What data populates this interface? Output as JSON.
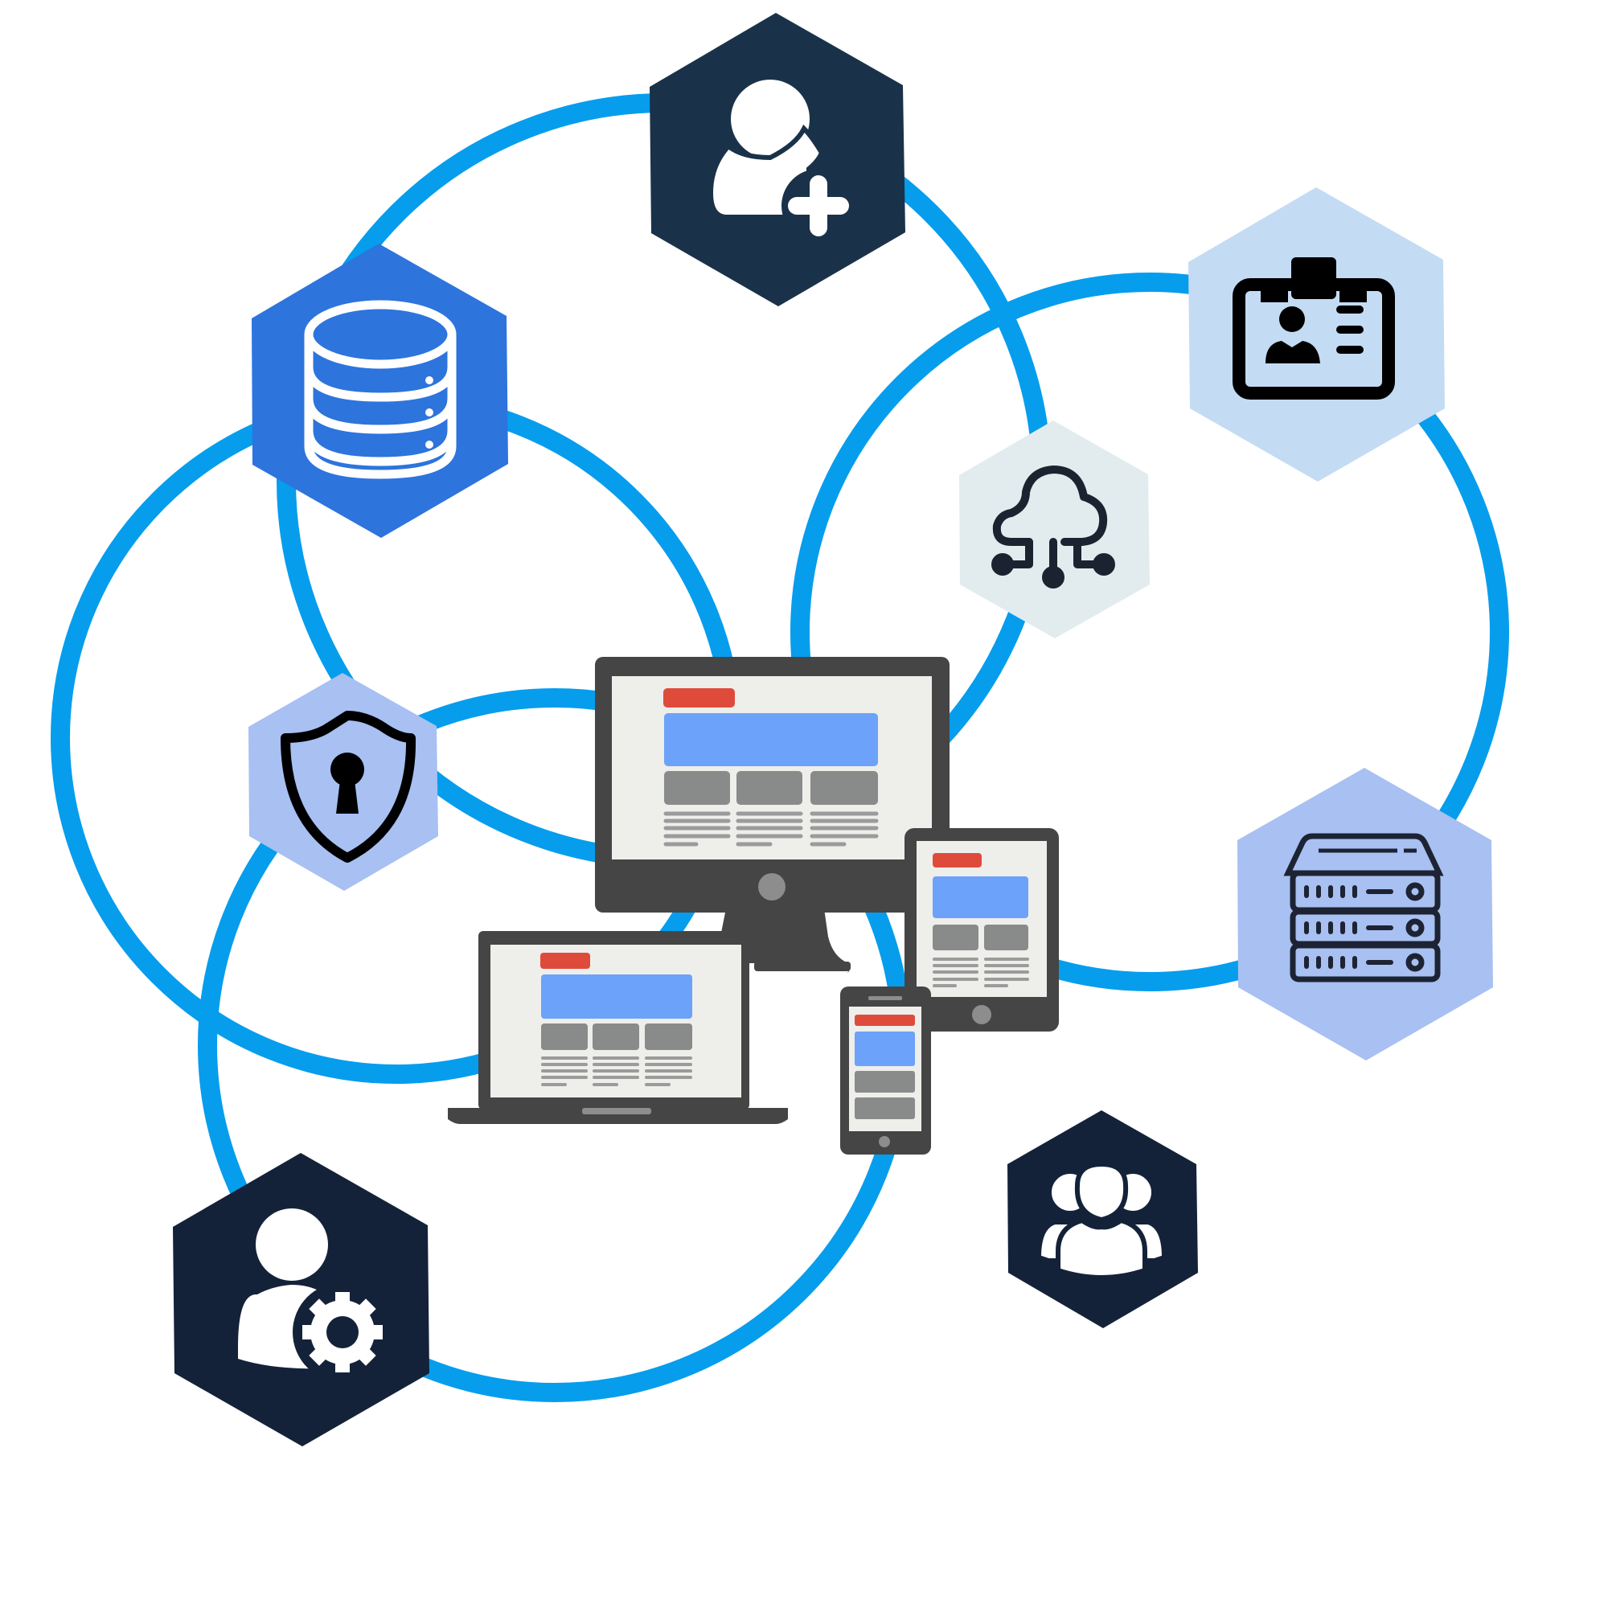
{
  "colors": {
    "ring": "#069ded",
    "hex_navy": "#1a3249",
    "hex_dark": "#142239",
    "hex_blue": "#2d74dd",
    "hex_light_blue": "#c4dbf4",
    "hex_periwinkle": "#a8c0f2",
    "hex_pale": "#e2ecee",
    "device_body": "#454545",
    "screen_bg": "#eeeeeb",
    "web_header": "#df4b3b",
    "web_banner": "#6ca2f9",
    "web_block": "#898b8b",
    "web_text": "#9b9b9b"
  },
  "nodes": [
    {
      "id": "add-user",
      "icon": "user-plus-icon",
      "fill": "hex_navy"
    },
    {
      "id": "database",
      "icon": "database-icon",
      "fill": "hex_blue"
    },
    {
      "id": "id-card",
      "icon": "id-badge-icon",
      "fill": "hex_light_blue"
    },
    {
      "id": "cloud-network",
      "icon": "cloud-network-icon",
      "fill": "hex_pale"
    },
    {
      "id": "security",
      "icon": "shield-keyhole-icon",
      "fill": "hex_periwinkle"
    },
    {
      "id": "server",
      "icon": "server-rack-icon",
      "fill": "hex_periwinkle"
    },
    {
      "id": "user-settings",
      "icon": "user-gear-icon",
      "fill": "hex_dark"
    },
    {
      "id": "user-group",
      "icon": "user-group-icon",
      "fill": "hex_dark"
    }
  ],
  "devices": [
    "desktop-monitor",
    "laptop",
    "tablet",
    "smartphone"
  ]
}
